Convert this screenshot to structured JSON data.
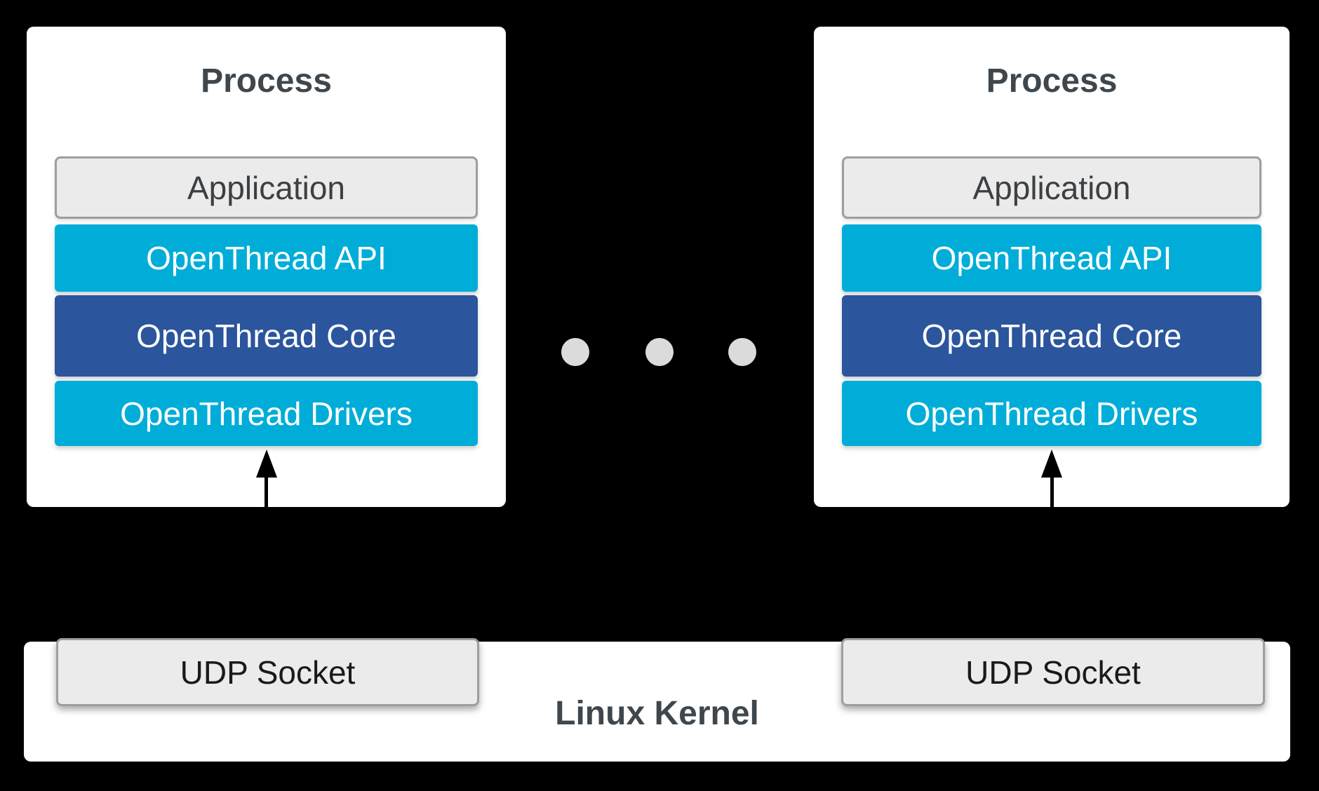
{
  "diagram": {
    "processes": [
      {
        "title": "Process",
        "layers": [
          {
            "label": "Application"
          },
          {
            "label": "OpenThread API"
          },
          {
            "label": "OpenThread Core"
          },
          {
            "label": "OpenThread Drivers"
          }
        ]
      },
      {
        "title": "Process",
        "layers": [
          {
            "label": "Application"
          },
          {
            "label": "OpenThread API"
          },
          {
            "label": "OpenThread Core"
          },
          {
            "label": "OpenThread Drivers"
          }
        ]
      }
    ],
    "ellipsis_dot_count": 3,
    "kernel": {
      "label": "Linux Kernel",
      "sockets": [
        {
          "label": "UDP Socket"
        },
        {
          "label": "UDP Socket"
        }
      ]
    },
    "icons": {
      "up_arrow": "▲"
    }
  },
  "colors": {
    "background": "#000000",
    "process_box": "#FFFFFF",
    "title_text": "#3F474E",
    "layer_api": "#00ADD8",
    "layer_core": "#2B559C",
    "layer_drivers": "#00ADD8",
    "application_fill": "#EBEBEB",
    "box_border": "#9E9E9E",
    "layer_text_light": "#FFFFFF",
    "application_text": "#3C4043",
    "socket_text": "#1A1A1A",
    "dot": "#DBDBDB",
    "arrow": "#000000"
  }
}
